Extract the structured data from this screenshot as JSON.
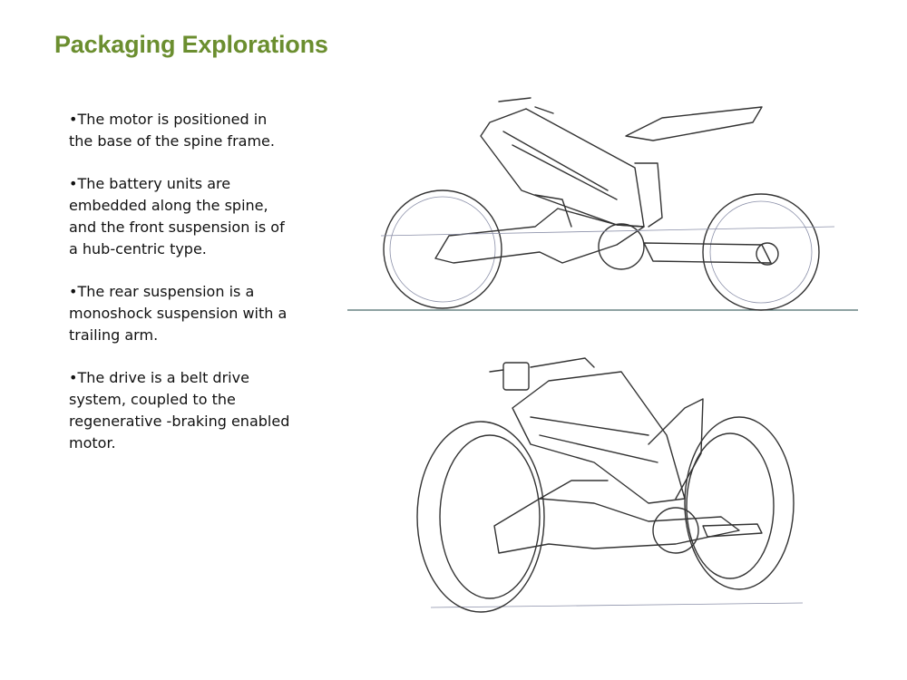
{
  "slide": {
    "title": "Packaging Explorations",
    "bullets": [
      {
        "lines": [
          "•The motor is positioned in",
          "the base of the spine frame."
        ]
      },
      {
        "lines": [
          "•The battery units are",
          "embedded along the spine,",
          "and the front suspension is of",
          "a hub-centric type."
        ]
      },
      {
        "lines": [
          "•The rear suspension is a",
          "monoshock suspension with a",
          "trailing arm."
        ]
      },
      {
        "lines": [
          "•The drive is a belt drive",
          "system, coupled to the",
          "regenerative -braking enabled",
          "motor."
        ]
      }
    ]
  },
  "colors": {
    "title": "#6b8e2f",
    "text": "#111111"
  }
}
